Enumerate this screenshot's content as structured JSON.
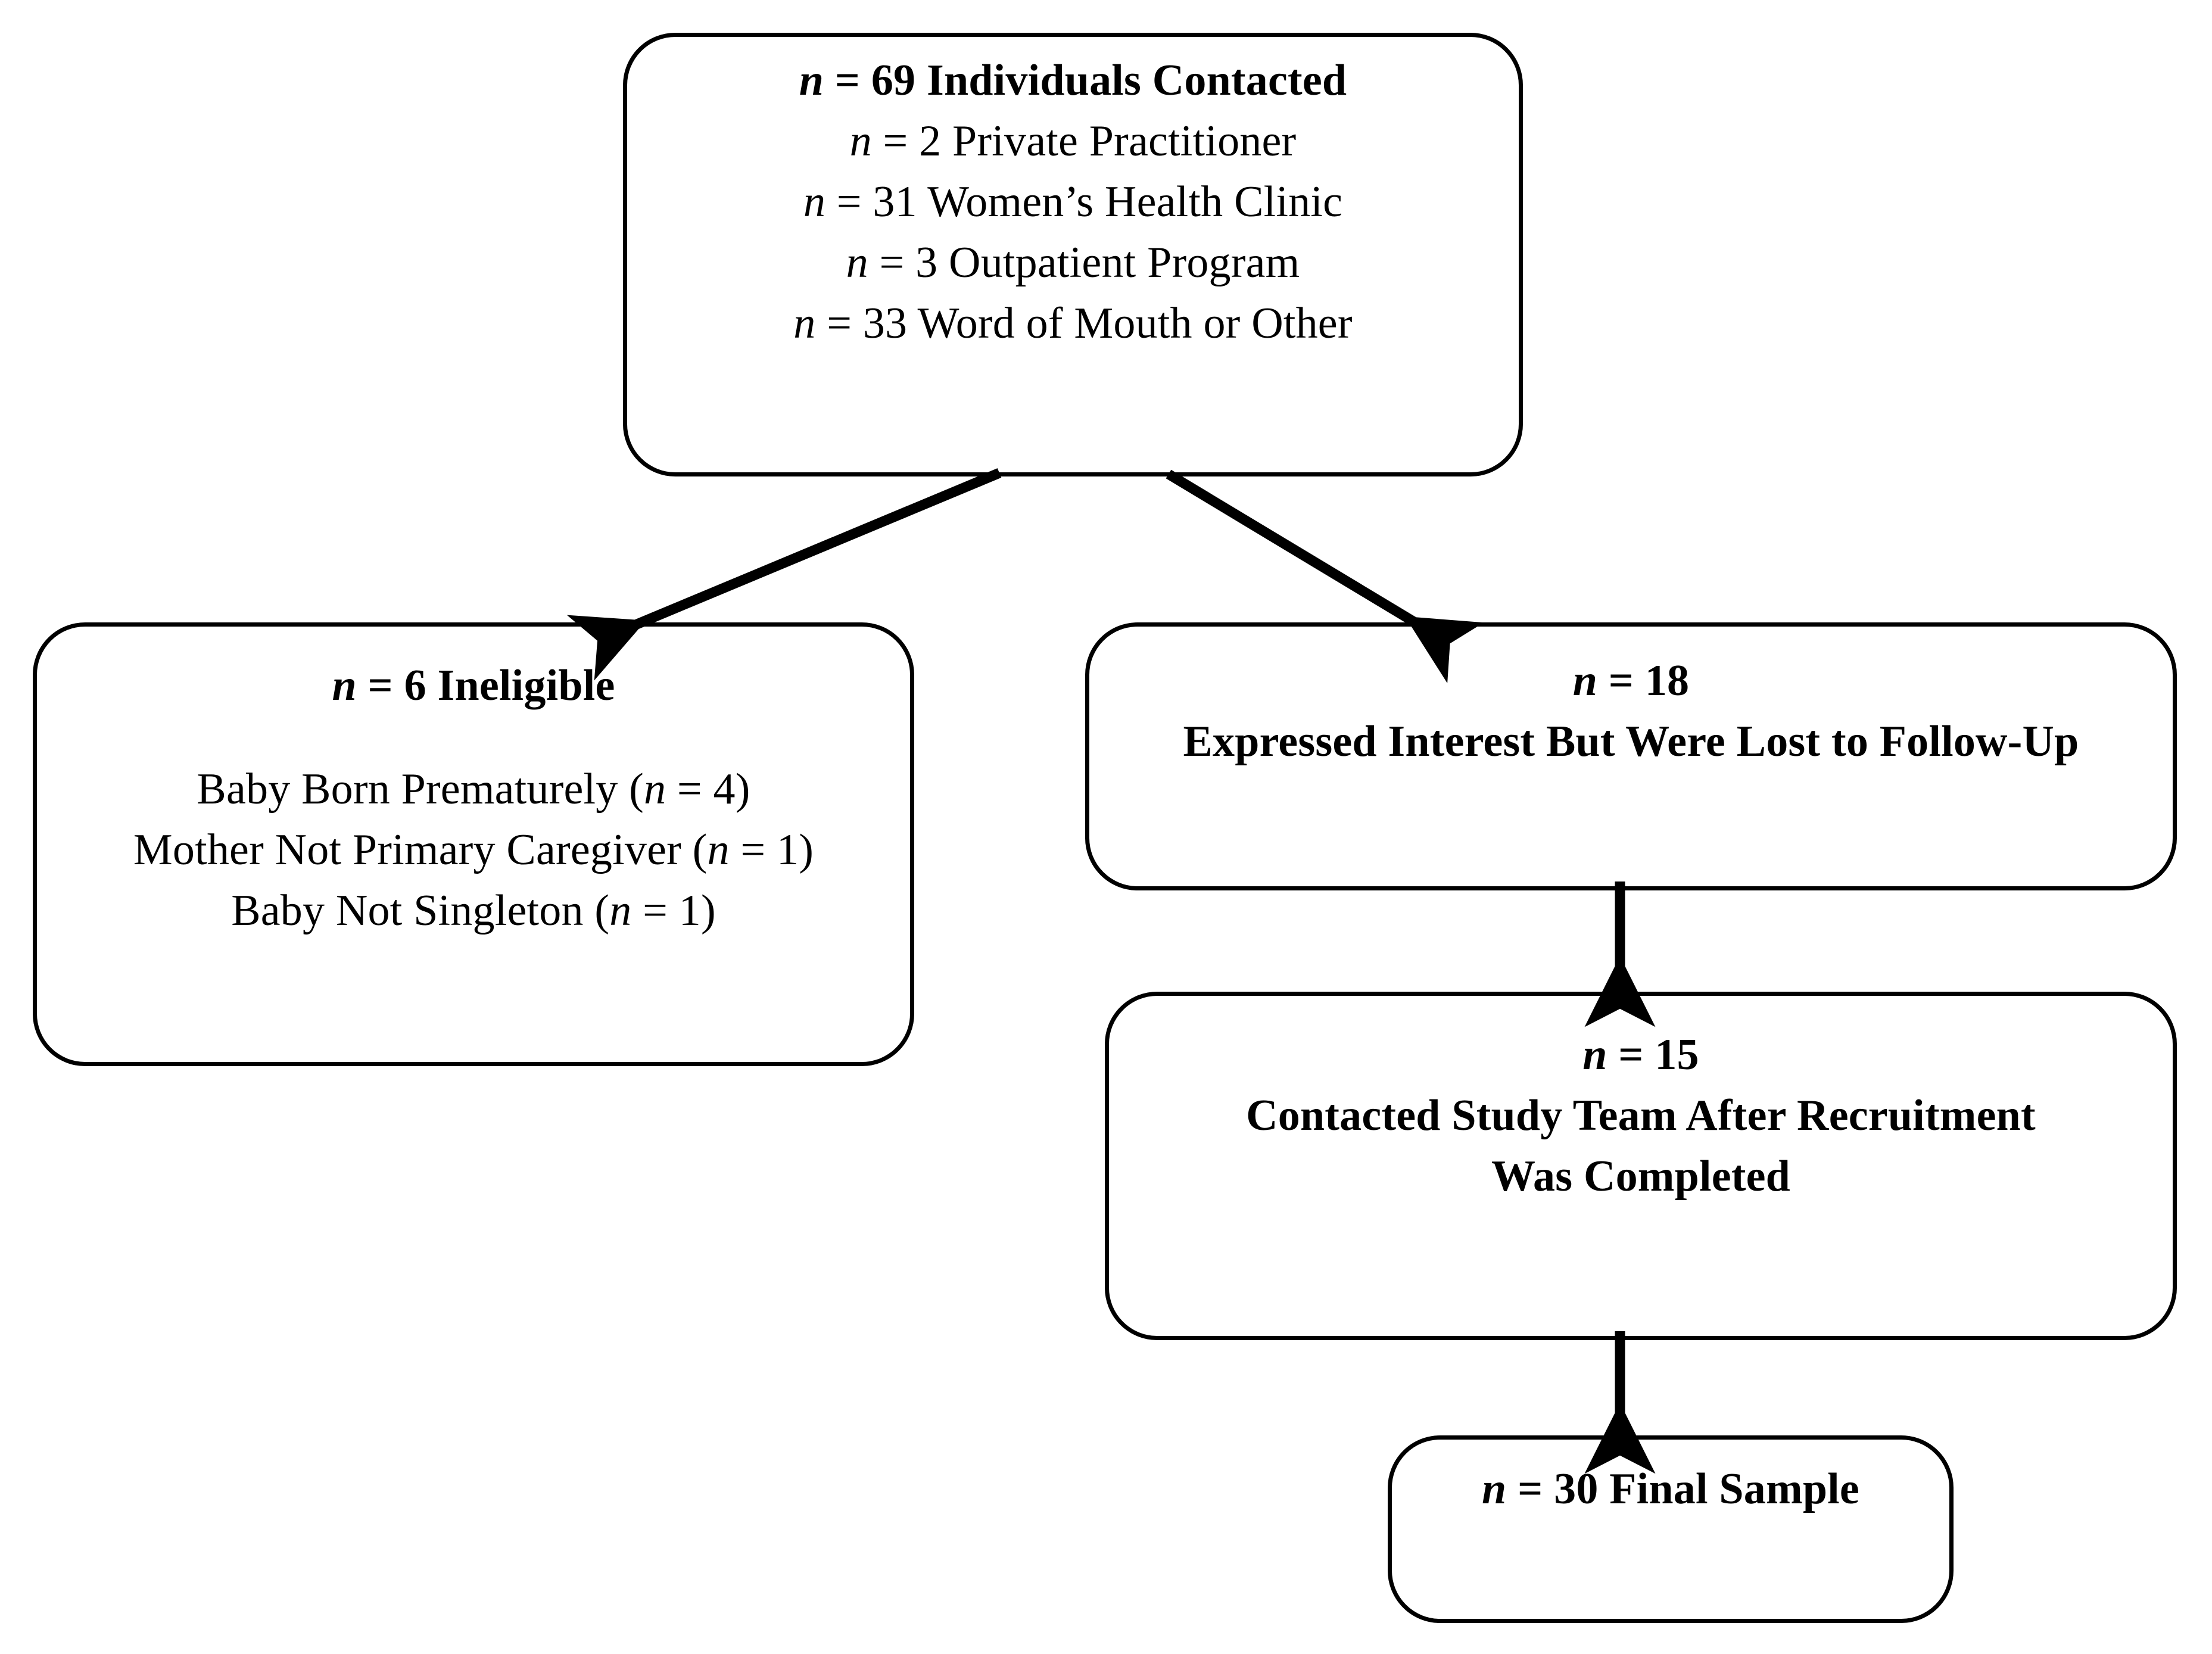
{
  "diagram": {
    "type": "participant-flow-chart",
    "title": "Participant Recruitment and Enrollment Flow",
    "stroke_color": "#000000",
    "background_color": "#ffffff",
    "nodes": [
      {
        "id": "contacted",
        "name": "individuals-contacted",
        "lines": [
          {
            "text_prefix": "n",
            "text": " = 69 Individuals Contacted",
            "bold": true
          },
          {
            "text_prefix": "n",
            "text": " = 2 Private Practitioner",
            "bold": false
          },
          {
            "text_prefix": "n",
            "text": " = 31 Women’s Health Clinic",
            "bold": false
          },
          {
            "text_prefix": "n",
            "text": " = 3 Outpatient Program",
            "bold": false
          },
          {
            "text_prefix": "n",
            "text": " = 33 Word of Mouth or Other",
            "bold": false
          }
        ]
      },
      {
        "id": "ineligible",
        "name": "ineligible",
        "lines": [
          {
            "text_prefix": "n",
            "text": " = 6 Ineligible",
            "bold": true
          },
          {
            "text_prefix": "",
            "text": "",
            "bold": false
          },
          {
            "text_prefix": "",
            "text": "Baby Born Prematurely (",
            "suffix_ital": "n",
            "suffix": " = 4)",
            "bold": false
          },
          {
            "text_prefix": "",
            "text": "Mother Not Primary Caregiver (",
            "suffix_ital": "n",
            "suffix": " = 1)",
            "bold": false
          },
          {
            "text_prefix": "",
            "text": "Baby Not Singleton (",
            "suffix_ital": "n",
            "suffix": " = 1)",
            "bold": false
          }
        ]
      },
      {
        "id": "lost_followup",
        "name": "expressed-interest-lost-to-follow-up",
        "lines": [
          {
            "text_prefix": "n",
            "text": " = 18",
            "bold": true
          },
          {
            "text_prefix": "",
            "text": "Expressed Interest But Were Lost to Follow-Up",
            "bold": true
          }
        ]
      },
      {
        "id": "after_recruitment",
        "name": "contacted-after-recruitment-completed",
        "lines": [
          {
            "text_prefix": "n",
            "text": " = 15",
            "bold": true
          },
          {
            "text_prefix": "",
            "text": "Contacted Study Team After Recruitment",
            "bold": true
          },
          {
            "text_prefix": "",
            "text": "Was Completed",
            "bold": true
          }
        ]
      },
      {
        "id": "final_sample",
        "name": "final-sample",
        "lines": [
          {
            "text_prefix": "n",
            "text": " = 30 Final Sample",
            "bold": true
          }
        ]
      }
    ],
    "edges": [
      {
        "id": "e1",
        "from": "contacted",
        "to": "ineligible",
        "style": "diagonal-arrow"
      },
      {
        "id": "e2",
        "from": "contacted",
        "to": "lost_followup",
        "style": "diagonal-arrow"
      },
      {
        "id": "e3",
        "from": "lost_followup",
        "to": "after_recruitment",
        "style": "vertical-arrow"
      },
      {
        "id": "e4",
        "from": "after_recruitment",
        "to": "final_sample",
        "style": "vertical-arrow"
      }
    ]
  },
  "boxes": {
    "contacted": {
      "line1_n": "n",
      "line1": " = 69 Individuals Contacted",
      "line2_n": "n",
      "line2": " = 2 Private Practitioner",
      "line3_n": "n",
      "line3": " = 31 Women’s Health Clinic",
      "line4_n": "n",
      "line4": " = 3 Outpatient Program",
      "line5_n": "n",
      "line5": " = 33 Word of Mouth or Other"
    },
    "ineligible": {
      "heading_n": "n",
      "heading": " = 6 Ineligible",
      "reason1_pre": "Baby Born Prematurely (",
      "reason1_n": "n",
      "reason1_post": " = 4)",
      "reason2_pre": "Mother Not Primary Caregiver (",
      "reason2_n": "n",
      "reason2_post": " = 1)",
      "reason3_pre": "Baby Not Singleton (",
      "reason3_n": "n",
      "reason3_post": " = 1)"
    },
    "lost_followup": {
      "count_n": "n",
      "count": " = 18",
      "label": "Expressed Interest But Were Lost to Follow-Up"
    },
    "after_recruitment": {
      "count_n": "n",
      "count": " = 15",
      "label_line1": "Contacted Study Team After Recruitment",
      "label_line2": "Was Completed"
    },
    "final_sample": {
      "label_n": "n",
      "label": " = 30 Final Sample"
    }
  }
}
